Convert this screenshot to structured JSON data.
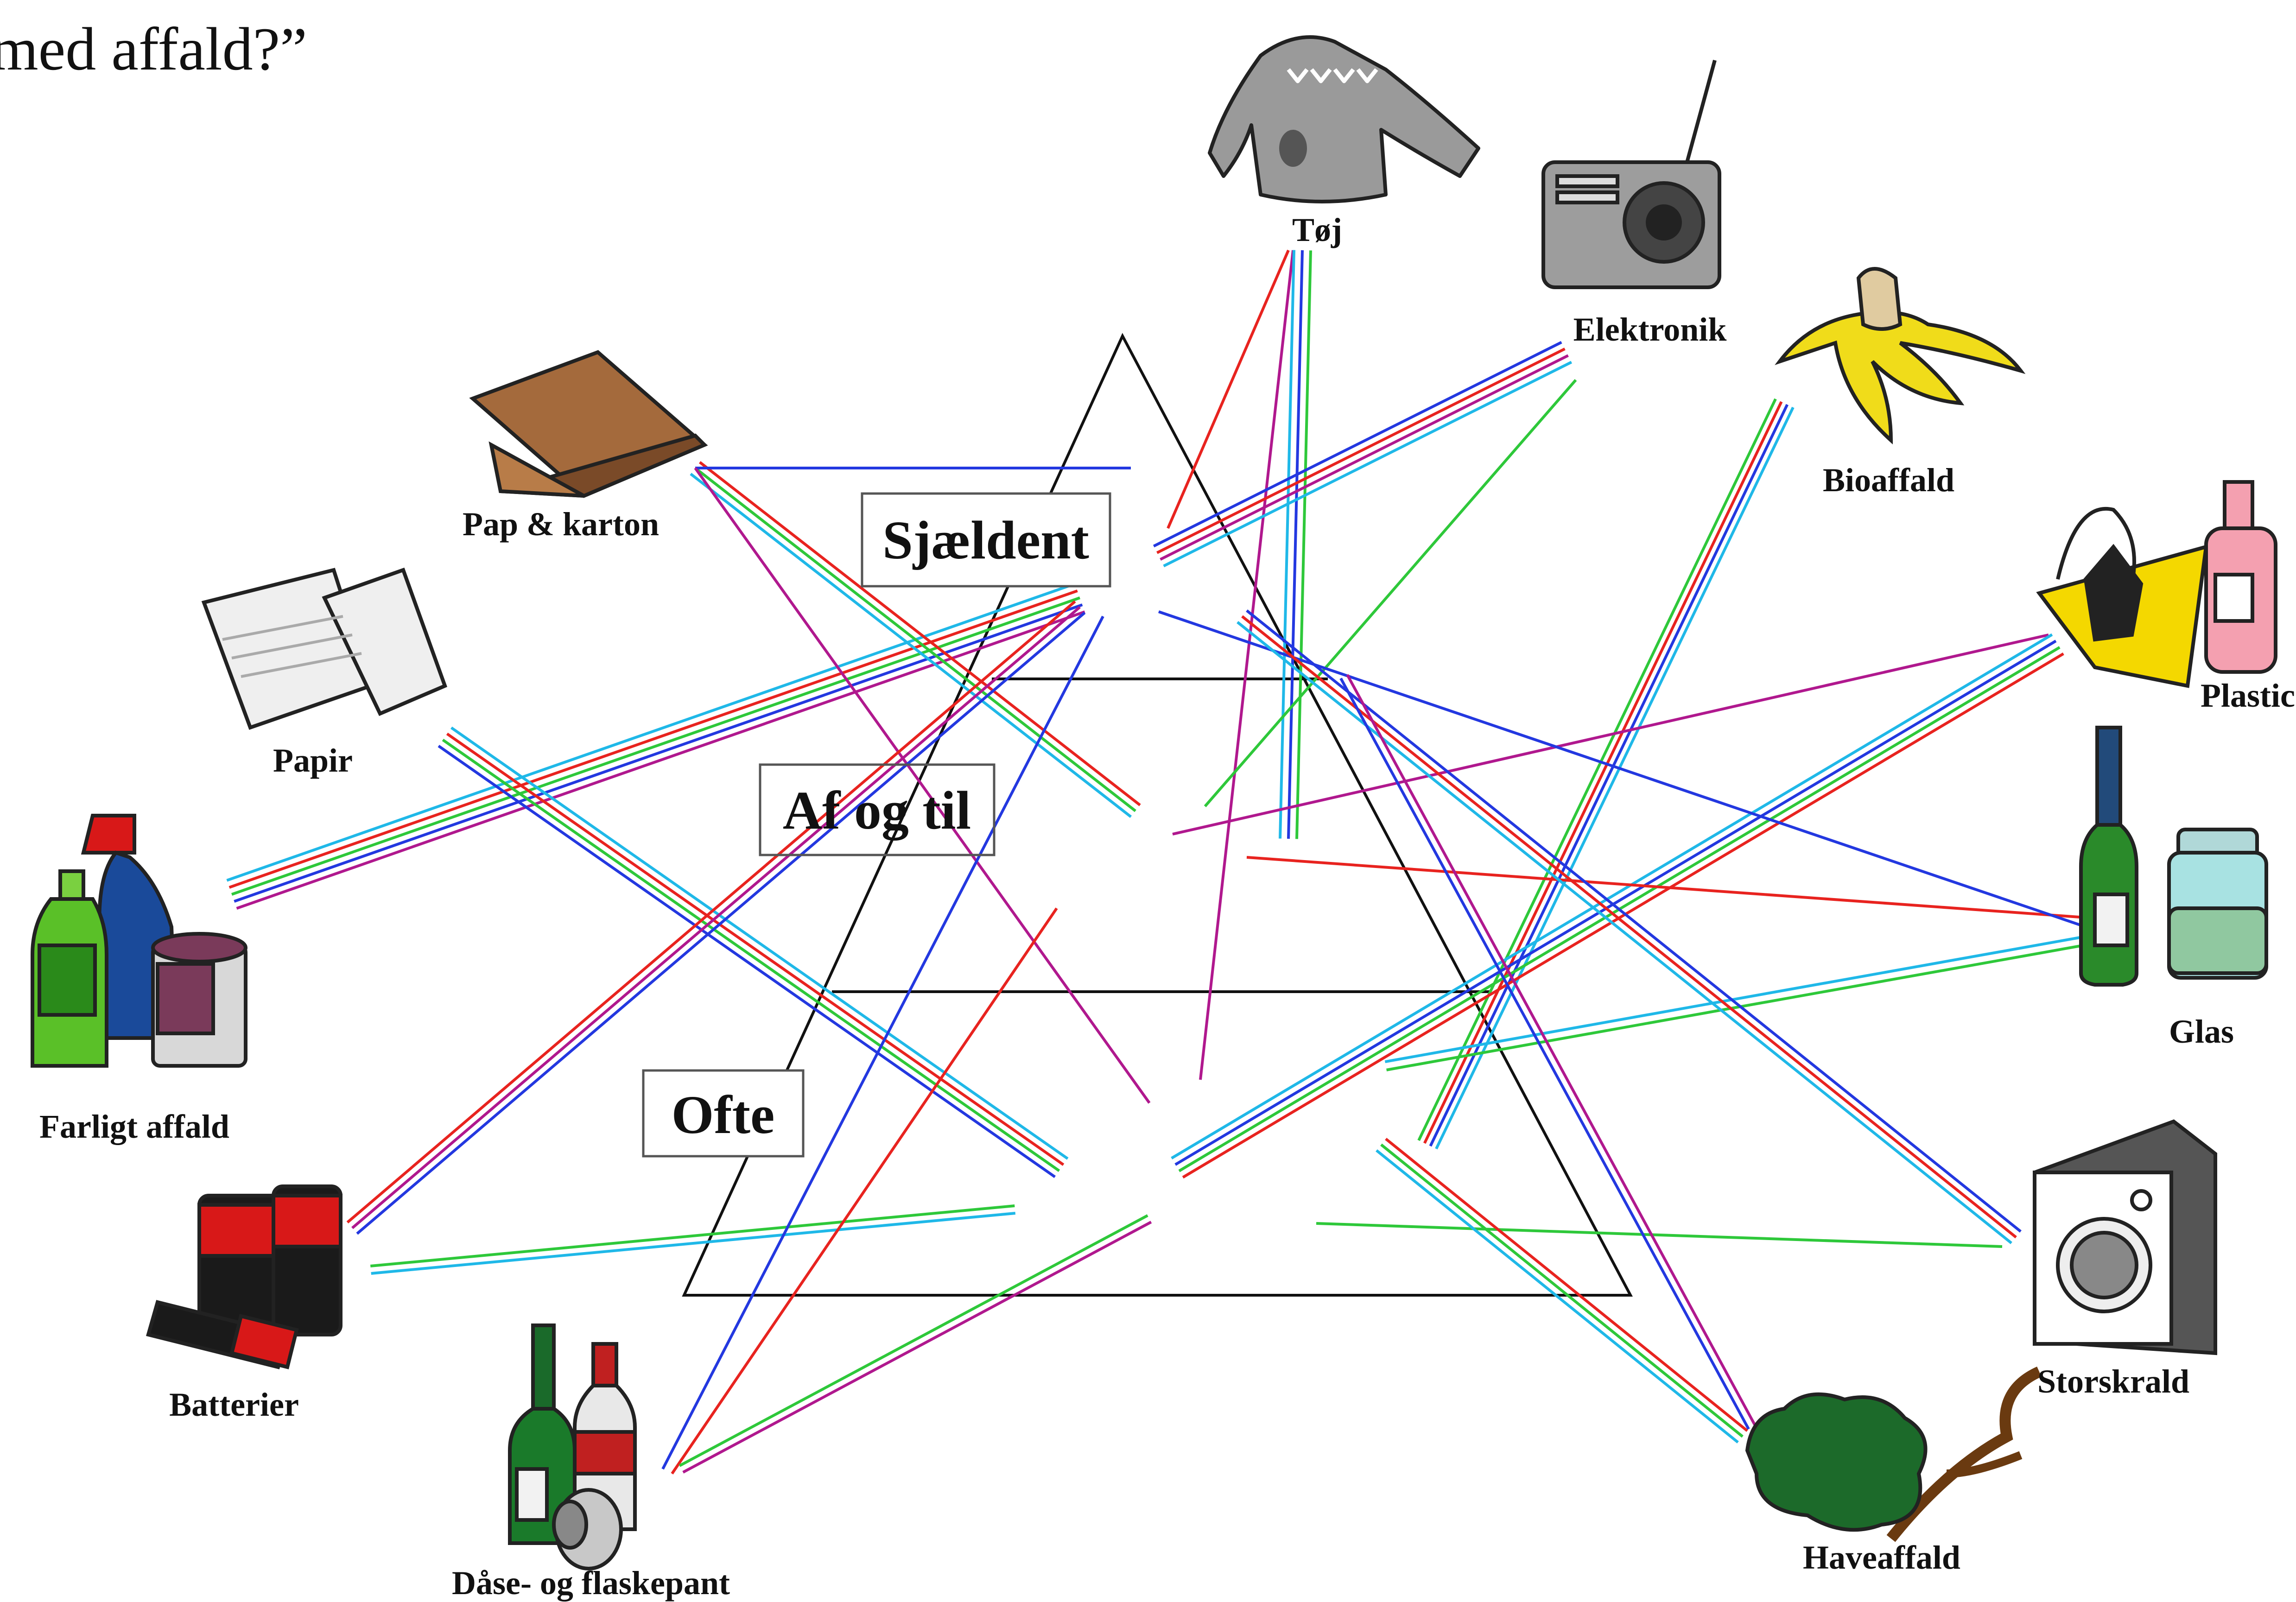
{
  "title": "med affald?”",
  "levels": [
    "Sjældent",
    "Af og til",
    "Ofte"
  ],
  "categories": [
    {
      "name": "Tøj",
      "icon": "sweater-icon"
    },
    {
      "name": "Elektronik",
      "icon": "radio-icon"
    },
    {
      "name": "Bioaffald",
      "icon": "banana-peel-icon"
    },
    {
      "name": "Plastic",
      "icon": "plastic-bag-bottle-icon"
    },
    {
      "name": "Glas",
      "icon": "glass-bottle-jar-icon"
    },
    {
      "name": "Storskrald",
      "icon": "washing-machine-icon"
    },
    {
      "name": "Haveaffald",
      "icon": "branches-icon"
    },
    {
      "name": "Dåse- og flaskepant",
      "icon": "bottles-can-icon"
    },
    {
      "name": "Batterier",
      "icon": "batteries-icon"
    },
    {
      "name": "Farligt affald",
      "icon": "chemicals-icon"
    },
    {
      "name": "Papir",
      "icon": "newspaper-icon"
    },
    {
      "name": "Pap & karton",
      "icon": "cardboard-box-icon"
    }
  ],
  "line_colors": {
    "red": "#e8231f",
    "green": "#2ec83a",
    "blue": "#2338e0",
    "cyan": "#1fb8e8",
    "purple": "#b0188e"
  }
}
